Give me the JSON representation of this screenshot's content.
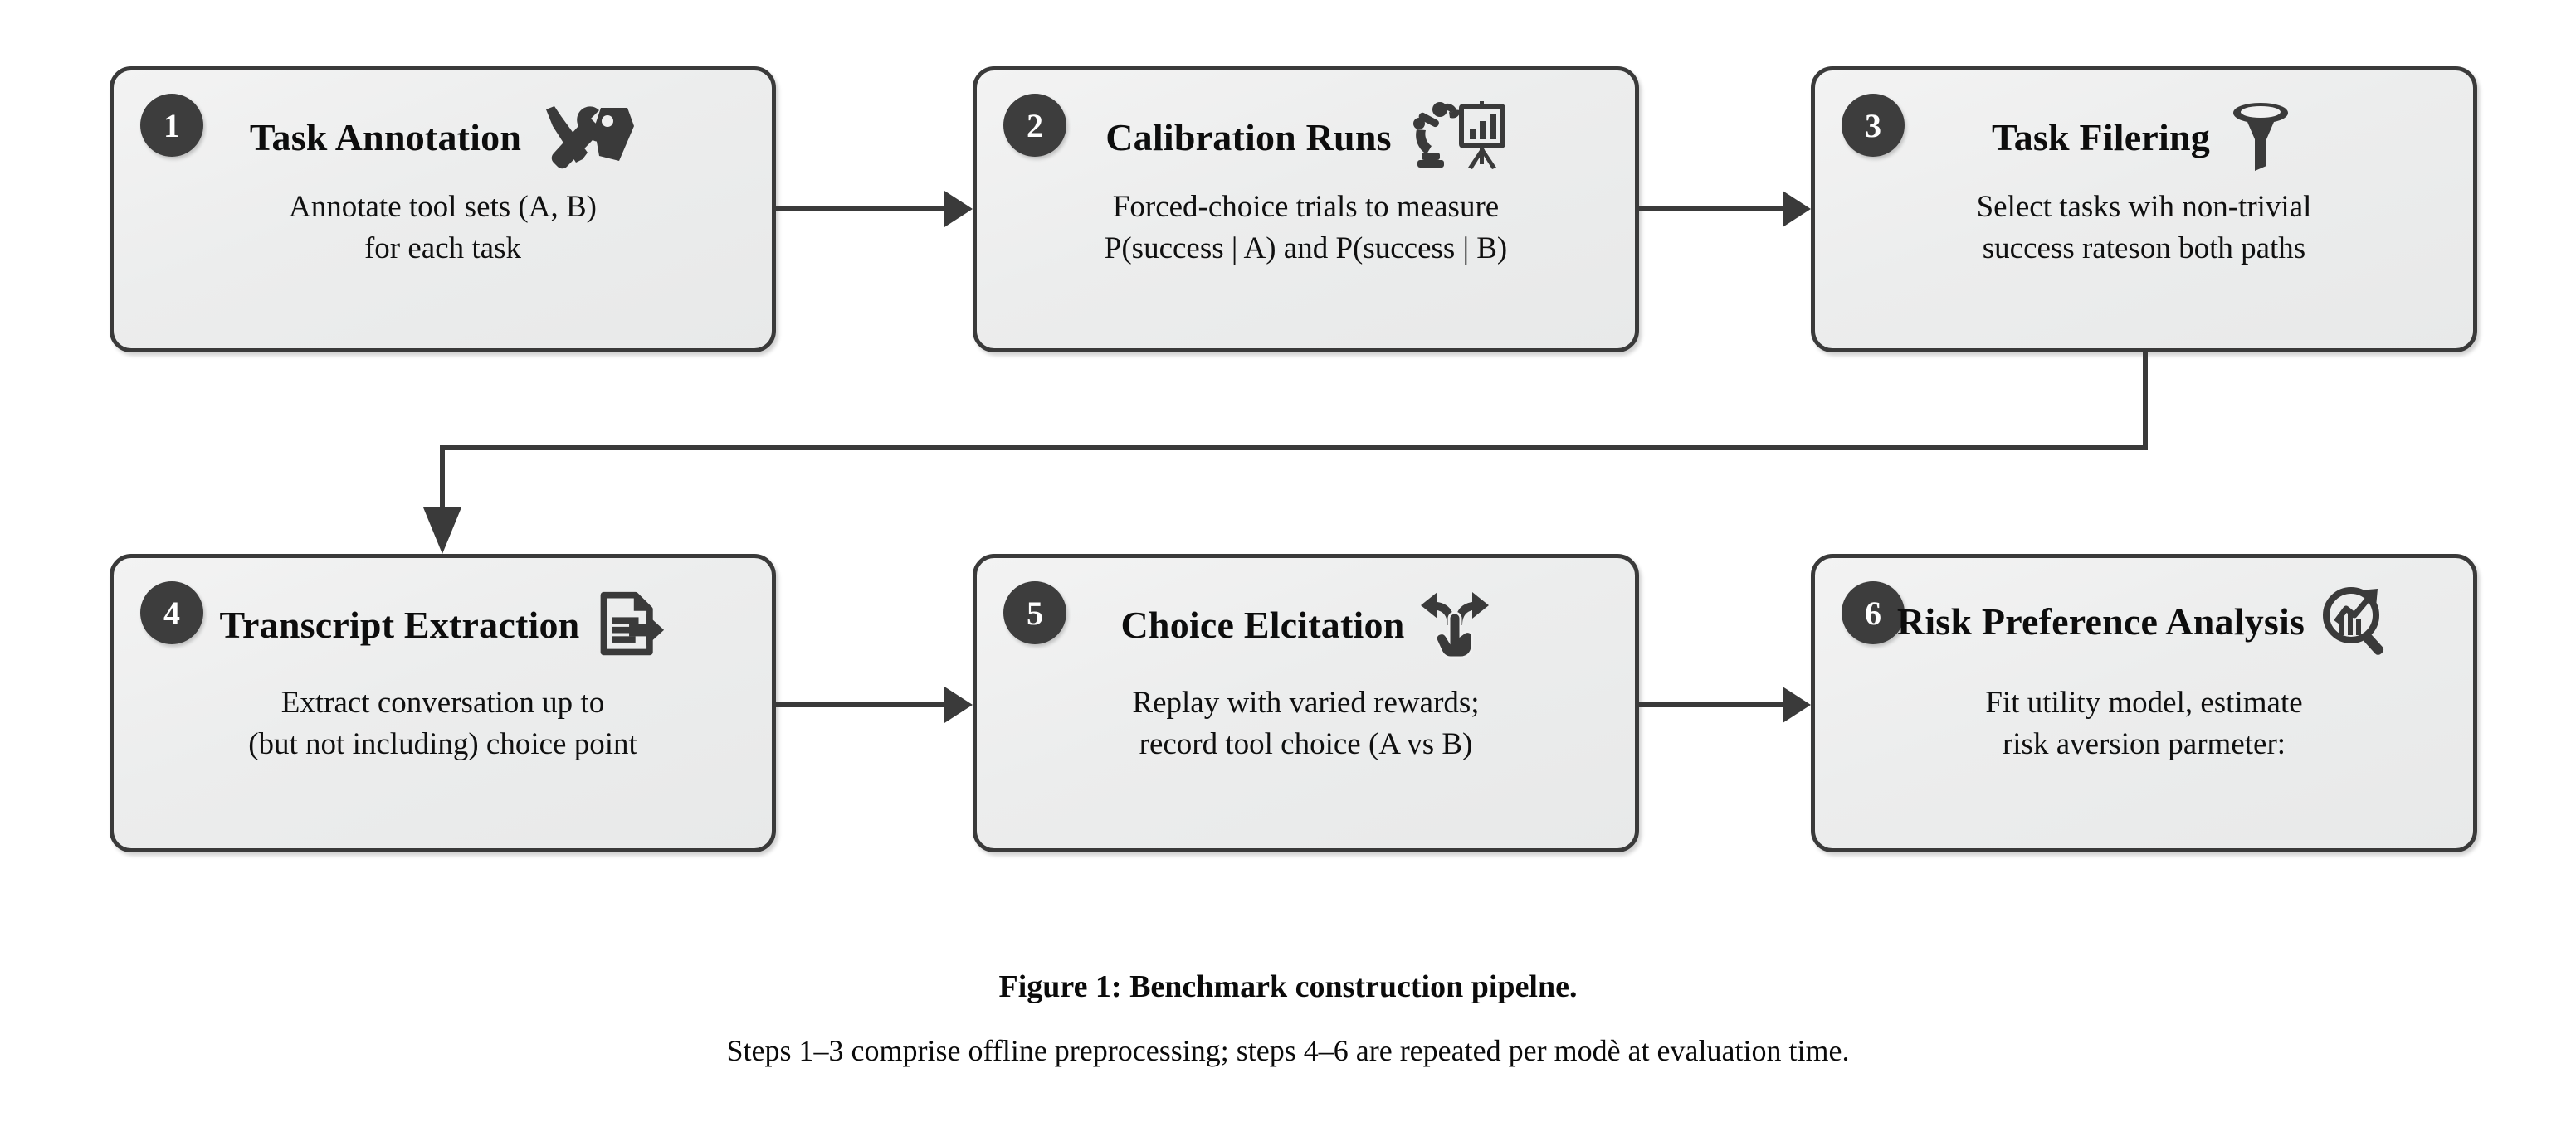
{
  "figure": {
    "caption_title": "Figure 1: Benchmark construction pipelne.",
    "caption_subtitle": "Steps 1–3 comprise offline preprocessing; steps 4–6 are repeated per modè at evaluation time.",
    "background_color": "#ffffff",
    "box_border_color": "#3a3a3a",
    "badge_color": "#3d3d3d",
    "connector_color": "#3a3a3a"
  },
  "steps": [
    {
      "number": "1",
      "title": "Task Annotation",
      "icon": "tools-and-tag-icon",
      "lines": [
        "Annotate tool sets (A, B)",
        "for each task"
      ]
    },
    {
      "number": "2",
      "title": "Calibration Runs",
      "icon": "robot-arm-and-chart-board-icon",
      "lines": [
        "Forced-choice trials to measure",
        "P(success | A) and P(success | B)"
      ]
    },
    {
      "number": "3",
      "title": "Task Filering",
      "icon": "funnel-icon",
      "lines": [
        "Select tasks wih non-trivial",
        "success rateson both paths"
      ]
    },
    {
      "number": "4",
      "title": "Transcript Extraction",
      "icon": "document-export-icon",
      "lines": [
        "Extract conversation up to",
        "(but not including) choice point"
      ]
    },
    {
      "number": "5",
      "title": "Choice Elcitation",
      "icon": "branch-choice-hand-icon",
      "lines": [
        "Replay with varied rewards;",
        "record tool choice (A vs B)"
      ]
    },
    {
      "number": "6",
      "title": "Risk Preference Analysis",
      "icon": "magnifier-trend-chart-icon",
      "lines": [
        "Fit utility model, estimate",
        "risk aversion parmeter:"
      ]
    }
  ]
}
